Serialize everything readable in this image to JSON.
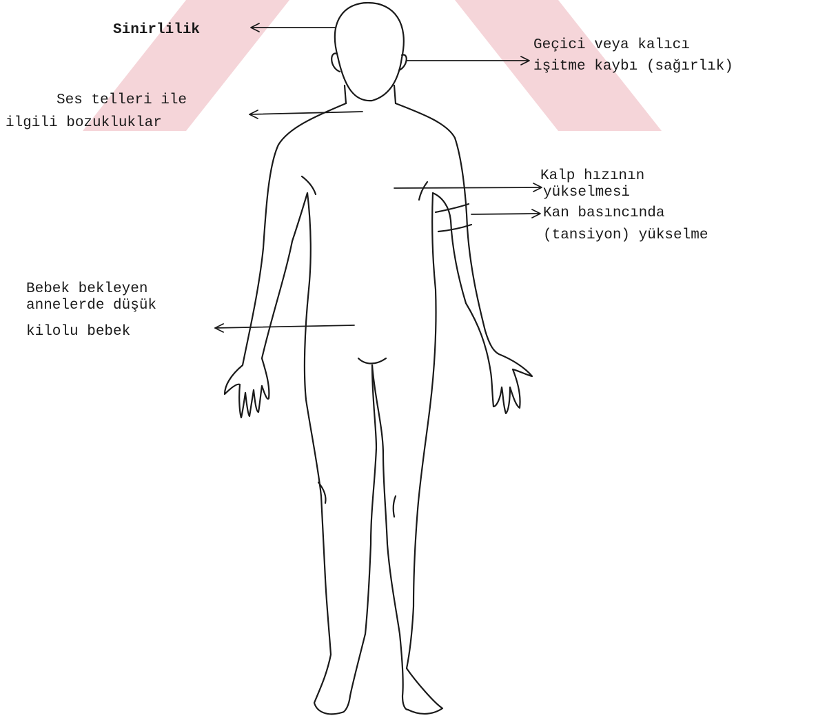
{
  "watermark_color": "#f5d5d9",
  "ink_color": "#1a1a1a",
  "labels": {
    "sinirlilik": "Sinirlilik",
    "hearing_line1": "Geçici veya kalıcı",
    "hearing_line2": "işitme kaybı (sağırlık)",
    "voice_line1": "Ses telleri ile",
    "voice_line2": "ilgili bozukluklar",
    "heart_line1": "Kalp hızının",
    "heart_line2": "yükselmesi",
    "bp_line1": "Kan basıncında",
    "bp_line2": "(tansiyon) yükselme",
    "baby_line1": "Bebek bekleyen",
    "baby_line2": "annelerde düşük",
    "baby_line3": "kilolu bebek"
  }
}
